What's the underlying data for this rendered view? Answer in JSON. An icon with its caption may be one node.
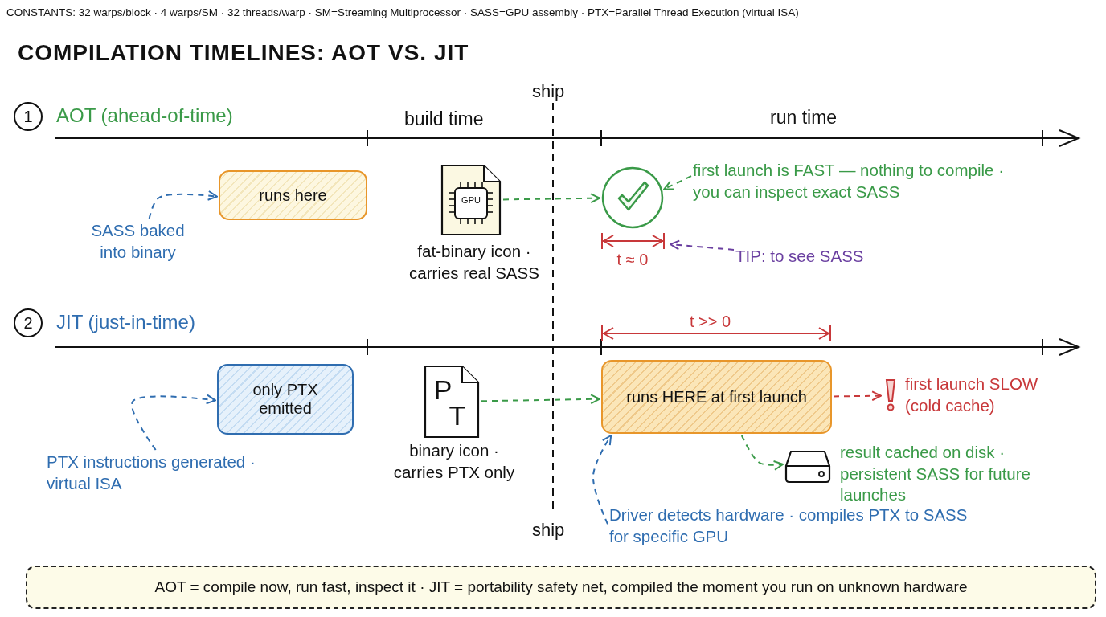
{
  "diagram": {
    "title": "COMPILATION TIMELINES: AOT VS. JIT",
    "nodes": [
      {
        "text": [
          "1"
        ],
        "beside": [
          "AOT (ahead-of-time)"
        ]
      },
      {
        "text": [
          "runs here"
        ]
      },
      {
        "text": [
          "SASS baked into binary"
        ]
      },
      {
        "text": [
          "GPU"
        ],
        "beside": [
          "fat-binary icon · carries real SASS"
        ]
      },
      {
        "text": [],
        "shape": "circle"
      },
      {
        "text": [
          "first launch is FAST — nothing to compile · you can inspect exact SASS"
        ]
      },
      {
        "text": [
          "TIP: to see SASS"
        ]
      },
      {
        "text": [
          "2"
        ],
        "beside": [
          "JIT (just-in-time)"
        ]
      },
      {
        "text": [
          "only PTX emitted"
        ]
      },
      {
        "text": [
          "PTX instructions generated · virtual ISA"
        ]
      },
      {
        "text": [
          "P",
          "T"
        ],
        "beside": [
          "binary icon · carries PTX only"
        ]
      },
      {
        "text": [
          "runs HERE at first launch"
        ]
      },
      {
        "text": [
          "first launch SLOW (cold cache)"
        ]
      },
      {
        "text": [],
        "shape": "disk",
        "beside": [
          "result cached on disk · persistent SASS for future launches"
        ]
      },
      {
        "text": [
          "Driver detects hardware · compiles PTX to SASS for specific GPU"
        ]
      },
      {
        "text": [
          "AOT = compile now, run fast, inspect it · JIT = portability safety net, compiled the moment you run on unknown hardware"
        ]
      }
    ],
    "edges": [
      {
        "from": 2,
        "to": 1,
        "arrow": "to",
        "style": "dashed",
        "color": "#2f6db0"
      },
      {
        "from": 3,
        "to": 4,
        "arrow": "to",
        "style": "dashed",
        "color": "#3a9a48"
      },
      {
        "from": 5,
        "to": 4,
        "arrow": "to",
        "style": "dashed",
        "color": "#3a9a48"
      },
      {
        "from": 6,
        "to": null,
        "arrow": "to",
        "style": "dashed",
        "color": "#6a3fa0"
      },
      {
        "from": 9,
        "to": 8,
        "arrow": "to",
        "style": "dashed",
        "color": "#2f6db0"
      },
      {
        "from": 10,
        "to": 11,
        "arrow": "to",
        "style": "dashed",
        "color": "#3a9a48"
      },
      {
        "from": 11,
        "to": 12,
        "arrow": "to",
        "style": "dashed",
        "color": "#c8383a"
      },
      {
        "from": 11,
        "to": 13,
        "arrow": "to",
        "style": "dashed",
        "color": "#3a9a48"
      },
      {
        "from": 14,
        "to": 11,
        "arrow": "to",
        "style": "dashed",
        "color": "#2f6db0"
      }
    ],
    "labels": [
      "CONSTANTS: 32 warps/block · 4 warps/SM · 32 threads/warp · SM=Streaming Multiprocessor · SASS=GPU assembly · PTX=Parallel Thread Execution (virtual ISA)",
      "ship",
      "build time",
      "run time",
      "t ≈ 0",
      "t >> 0",
      "ship"
    ]
  }
}
